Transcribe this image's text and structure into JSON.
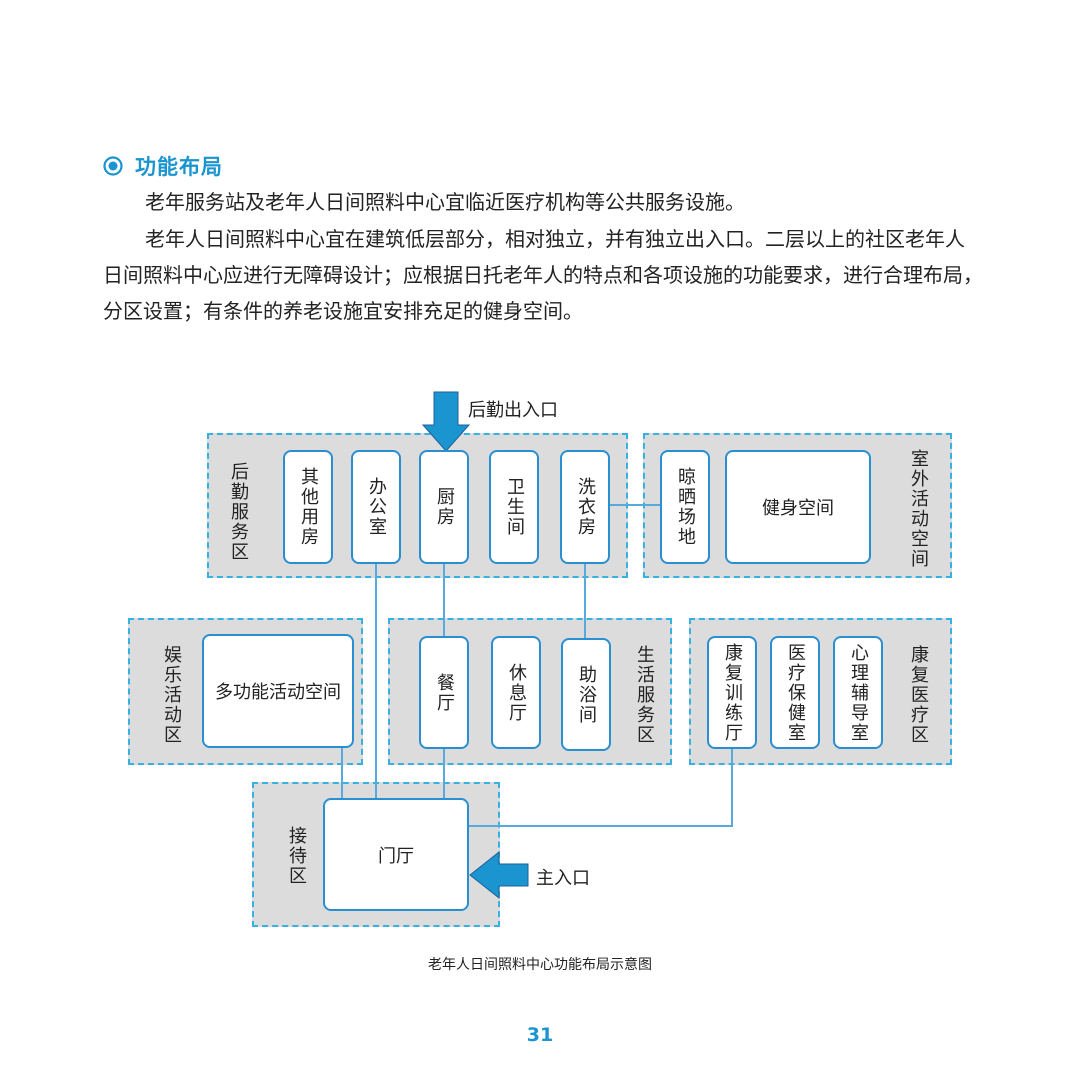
{
  "section": {
    "heading": "功能布局",
    "paragraphs": [
      "老年服务站及老年人日间照料中心宜临近医疗机构等公共服务设施。",
      "老年人日间照料中心宜在建筑低层部分，相对独立，并有独立出入口。二层以上的社区老年人日间照料中心应进行无障碍设计；应根据日托老年人的特点和各项设施的功能要求，进行合理布局，分区设置；有条件的养老设施宜安排充足的健身空间。"
    ]
  },
  "diagram": {
    "zones": {
      "logistics": "后勤服务区",
      "outdoor": "室外活动空间",
      "entertainment": "娱乐活动区",
      "living": "生活服务区",
      "medical": "康复医疗区",
      "reception": "接待区"
    },
    "rooms": {
      "other": "其他用房",
      "office": "办公室",
      "kitchen": "厨房",
      "toilet": "卫生间",
      "laundry": "洗衣房",
      "drying": "晾晒场地",
      "fitness": "健身空间",
      "multi": "多功能活动空间",
      "dining": "餐厅",
      "rest": "休息厅",
      "bath": "助浴间",
      "rehab": "康复训练厅",
      "clinic": "医疗保健室",
      "counsel": "心理辅导室",
      "lobby": "门厅"
    },
    "entrances": {
      "service": "后勤出入口",
      "main": "主入口"
    },
    "caption": "老年人日间照料中心功能布局示意图",
    "colors": {
      "accent": "#1a95cf",
      "zone_border": "#37b0e4",
      "zone_fill": "#dddcdc",
      "line": "#5aa9dc"
    }
  },
  "page_number": "31"
}
